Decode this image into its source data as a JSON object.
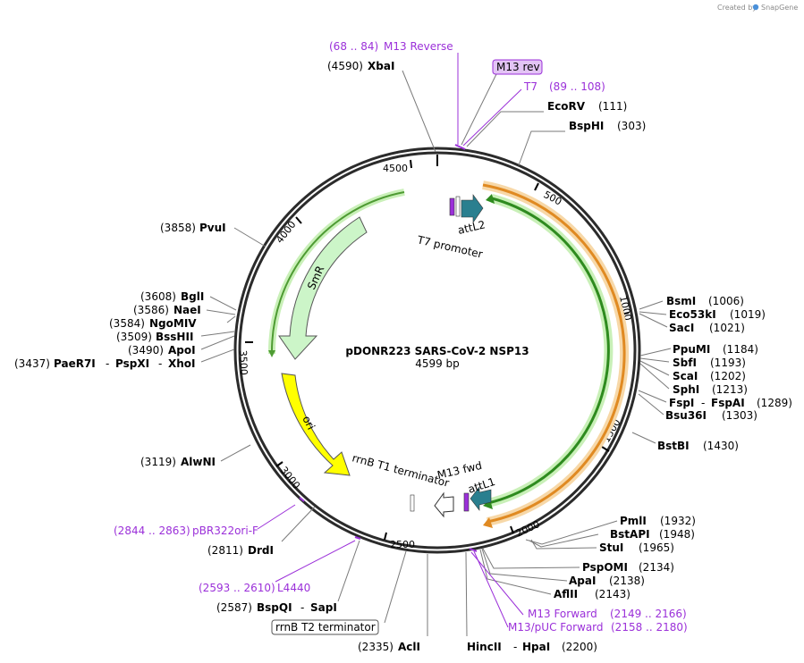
{
  "credit": "Created by",
  "brand": "SnapGene",
  "plasmid": {
    "name": "pDONR223 SARS-CoV-2 NSP13",
    "size": "4599 bp"
  },
  "ticks": [
    "500",
    "1000",
    "1500",
    "2000",
    "2500",
    "3000",
    "3500",
    "4000",
    "4500"
  ],
  "features": {
    "attL2": "attL2",
    "t7_promoter": "T7 promoter",
    "smr": "SmR",
    "ori": "ori",
    "rrnb_t1": "rrnB T1 terminator",
    "m13_fwd": "M13 fwd",
    "attL1": "attL1",
    "rrnb_t2": "rrnB T2 terminator",
    "m13_rev": "M13 rev"
  },
  "primers": {
    "m13_reverse": {
      "range": "(68 .. 84)",
      "name": "M13 Reverse"
    },
    "t7": {
      "name": "T7",
      "range": "(89 .. 108)"
    },
    "pbr322": {
      "range": "(2844 .. 2863)",
      "name": "pBR322ori-F"
    },
    "l4440": {
      "range": "(2593 .. 2610)",
      "name": "L4440"
    },
    "m13_forward": {
      "name": "M13 Forward",
      "range": "(2149 .. 2166)"
    },
    "m13_puc": {
      "name": "M13/pUC Forward",
      "range": "(2158 .. 2180)"
    }
  },
  "sites": {
    "xbai": {
      "pos": "(4590)",
      "name": "XbaI"
    },
    "ecorv": {
      "name": "EcoRV",
      "pos": "(111)"
    },
    "bsphi": {
      "name": "BspHI",
      "pos": "(303)"
    },
    "pvui": {
      "pos": "(3858)",
      "name": "PvuI"
    },
    "bgli": {
      "pos": "(3608)",
      "name": "BglI"
    },
    "naei": {
      "pos": "(3586)",
      "name": "NaeI"
    },
    "ngomiv": {
      "pos": "(3584)",
      "name": "NgoMIV"
    },
    "bsshii": {
      "pos": "(3509)",
      "name": "BssHII"
    },
    "apoi": {
      "pos": "(3490)",
      "name": "ApoI"
    },
    "paer7i": {
      "pos": "(3437)",
      "name": "PaeR7I",
      "name2": "PspXI",
      "name3": "XhoI",
      "sep": "-"
    },
    "bsmi": {
      "name": "BsmI",
      "pos": "(1006)"
    },
    "eco53ki": {
      "name": "Eco53kI",
      "pos": "(1019)"
    },
    "saci": {
      "name": "SacI",
      "pos": "(1021)"
    },
    "ppumi": {
      "name": "PpuMI",
      "pos": "(1184)"
    },
    "sbfi": {
      "name": "SbfI",
      "pos": "(1193)"
    },
    "scai": {
      "name": "ScaI",
      "pos": "(1202)"
    },
    "sphi": {
      "name": "SphI",
      "pos": "(1213)"
    },
    "fspi": {
      "name": "FspI",
      "name2": "FspAI",
      "pos": "(1289)",
      "sep": "-"
    },
    "bsu36i": {
      "name": "Bsu36I",
      "pos": "(1303)"
    },
    "bstbi": {
      "name": "BstBI",
      "pos": "(1430)"
    },
    "alwni": {
      "pos": "(3119)",
      "name": "AlwNI"
    },
    "pmli": {
      "name": "PmlI",
      "pos": "(1932)"
    },
    "bstapi": {
      "name": "BstAPI",
      "pos": "(1948)"
    },
    "stui": {
      "name": "StuI",
      "pos": "(1965)"
    },
    "drdi": {
      "pos": "(2811)",
      "name": "DrdI"
    },
    "pspomi": {
      "name": "PspOMI",
      "pos": "(2134)"
    },
    "apai": {
      "name": "ApaI",
      "pos": "(2138)"
    },
    "aflii": {
      "name": "AflII",
      "pos": "(2143)"
    },
    "bspqi": {
      "pos": "(2587)",
      "name": "BspQI",
      "name2": "SapI",
      "sep": "-"
    },
    "acli": {
      "pos": "(2335)",
      "name": "AclI"
    },
    "hincii": {
      "name": "HincII",
      "name2": "HpaI",
      "pos": "(2200)",
      "sep": "-"
    }
  }
}
